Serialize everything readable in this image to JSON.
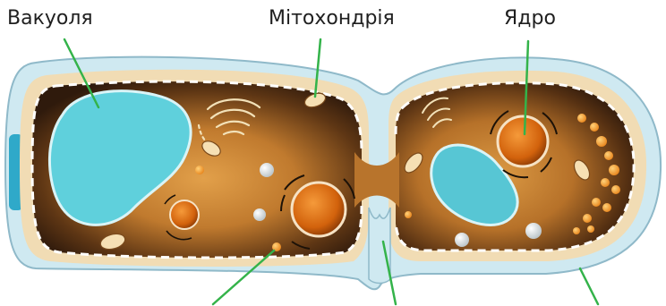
{
  "labels": {
    "vacuole": "Вакуоля",
    "mitochondria": "Мітохондрія",
    "nucleus": "Ядро"
  },
  "colors": {
    "outer_wall": "#cfe9f1",
    "wall_stroke": "#8fb9c9",
    "membrane": "#f1dcb4",
    "cytoplasm_light": "#d8973f",
    "cytoplasm_dark": "#2f1a0c",
    "vacuole": "#5fd0dc",
    "nucleus": "#d96a10",
    "leader_line": "#34b34a"
  },
  "icons": [
    "golgi-apparatus",
    "mitochondrion",
    "nucleus",
    "vacuole",
    "granule"
  ]
}
